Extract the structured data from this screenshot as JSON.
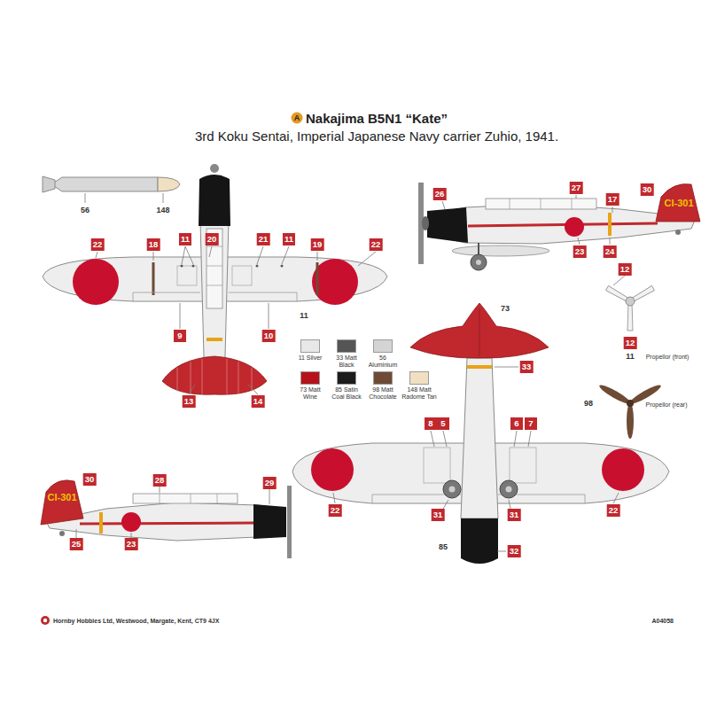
{
  "diagram": {
    "title": "Nakajima B5N1 “Kate”",
    "caption": "3rd Koku Sentai, Imperial Japanese Navy carrier Zuhio, 1941.",
    "labels": [
      "A",
      "56",
      "148",
      "22",
      "18",
      "11",
      "20",
      "21",
      "11",
      "19",
      "22",
      "9",
      "11",
      "10",
      "13",
      "14",
      "26",
      "27",
      "30",
      "CI-301",
      "17",
      "23",
      "24",
      "12",
      "12",
      "11",
      "Propellor (front)",
      "98",
      "Propellor (rear)",
      "73",
      "33",
      "8",
      "5",
      "6",
      "7",
      "22",
      "22",
      "31",
      "31",
      "85",
      "32",
      "30",
      "CI-301",
      "28",
      "29",
      "25",
      "23",
      "Hornby Hobbies Ltd, Westwood, Margate, Kent, CT9 4JX",
      "A04058"
    ],
    "legend": [
      {
        "text": "11 Silver",
        "color": "#e8e8e8"
      },
      {
        "text": "33 Matt Black",
        "color": "#555555"
      },
      {
        "text": "56 Aluminium",
        "color": "#d4d4d4"
      },
      {
        "text": "73 Matt Wine",
        "color": "#b5121b"
      },
      {
        "text": "85 Satin Coal Black",
        "color": "#1c1c1c"
      },
      {
        "text": "98 Matt Chocolate",
        "color": "#6e4b34"
      },
      {
        "text": "148 Matt Radome Tan",
        "color": "#f1dfc1"
      }
    ]
  }
}
